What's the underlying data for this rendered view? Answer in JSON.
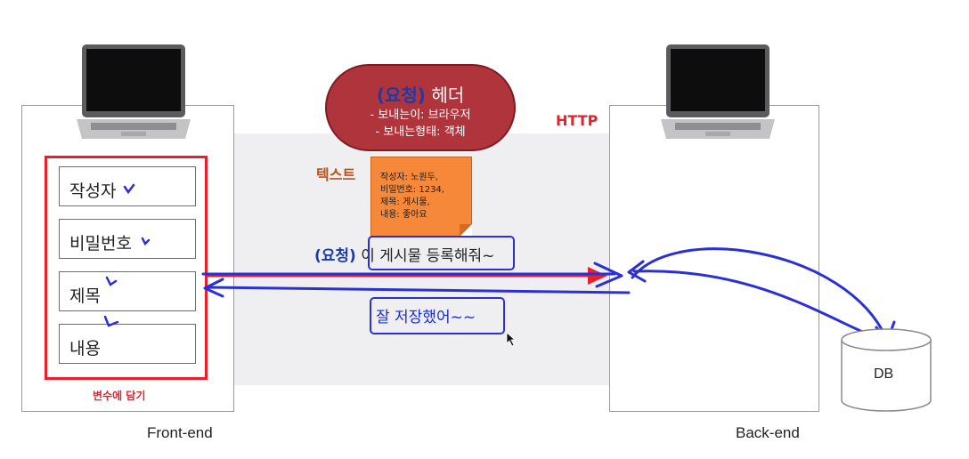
{
  "frontend": {
    "caption": "Front-end",
    "fields": [
      "작성자",
      "비밀번호",
      "제목",
      "내용"
    ],
    "group_label": "변수에 담기"
  },
  "backend": {
    "caption": "Back-end",
    "db_label": "DB"
  },
  "protocol_label": "HTTP",
  "text_label": "텍스트",
  "header_bubble": {
    "prefix": "(요청)",
    "title": "헤더",
    "lines": [
      "- 보내는이: 브라우저",
      "- 보내는형태: 객체"
    ]
  },
  "note_lines": [
    "작성자: 노원두,",
    "비밀번호: 1234,",
    "제목: 게시물,",
    "내용: 좋아요"
  ],
  "request": {
    "prefix": "(요청)",
    "message": "이 게시물 등록해줘~"
  },
  "response": {
    "message": "잘 저장했어~~"
  },
  "colors": {
    "red": "#e8202c",
    "pen": "#2b2fd6",
    "header": "#b0343c",
    "note": "#f6883a",
    "text_label": "#b6521c"
  }
}
